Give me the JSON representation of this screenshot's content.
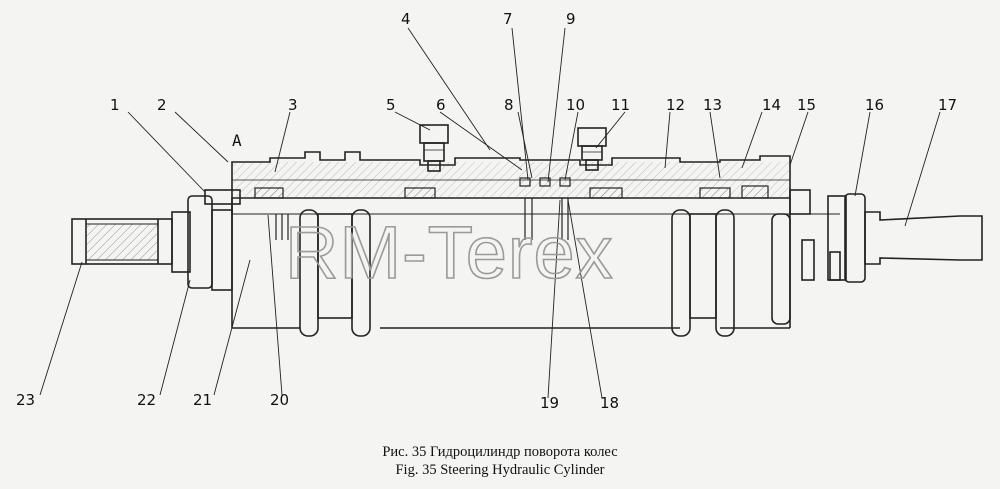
{
  "callouts": [
    "1",
    "2",
    "3",
    "4",
    "5",
    "6",
    "7",
    "8",
    "9",
    "10",
    "11",
    "12",
    "13",
    "14",
    "15",
    "16",
    "17",
    "18",
    "19",
    "20",
    "21",
    "22",
    "23"
  ],
  "view_marker": "A",
  "watermark": "RM-Terex",
  "caption": {
    "ru": "Рис. 35 Гидроцилиндр поворота колес",
    "en": "Fig. 35 Steering Hydraulic Cylinder"
  }
}
